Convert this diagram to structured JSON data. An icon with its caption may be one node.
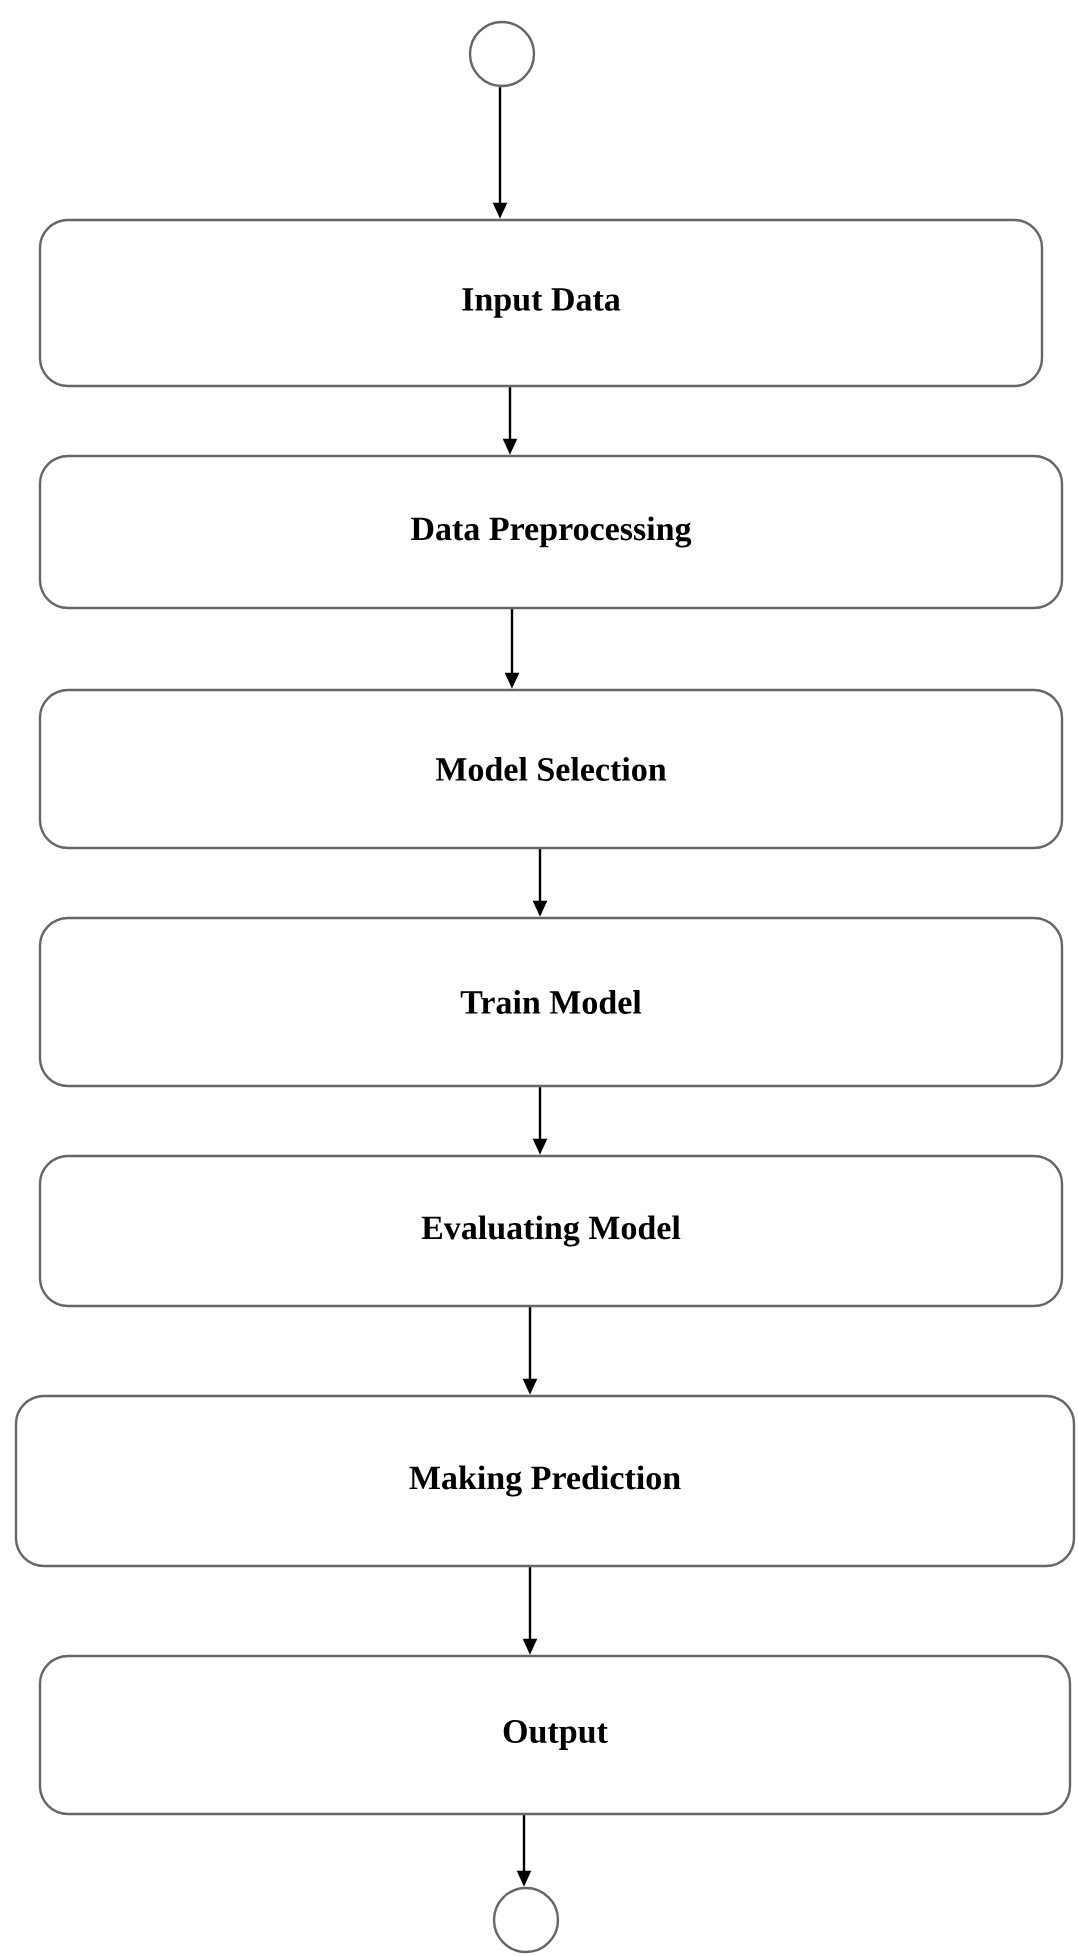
{
  "diagram": {
    "nodes": [
      {
        "text": [],
        "shape": "circle"
      },
      {
        "text": [
          "Input Data"
        ]
      },
      {
        "text": [
          "Data Preprocessing"
        ]
      },
      {
        "text": [
          "Model Selection"
        ]
      },
      {
        "text": [
          "Train Model"
        ]
      },
      {
        "text": [
          "Evaluating Model"
        ]
      },
      {
        "text": [
          "Making Prediction"
        ]
      },
      {
        "text": [
          "Output"
        ]
      },
      {
        "text": [],
        "shape": "circle"
      }
    ],
    "edges": [
      {
        "from": 0,
        "to": 1,
        "arrow": "to"
      },
      {
        "from": 1,
        "to": 2,
        "arrow": "to"
      },
      {
        "from": 2,
        "to": 3,
        "arrow": "to"
      },
      {
        "from": 3,
        "to": 4,
        "arrow": "to"
      },
      {
        "from": 4,
        "to": 5,
        "arrow": "to"
      },
      {
        "from": 5,
        "to": 6,
        "arrow": "to"
      },
      {
        "from": 6,
        "to": 7,
        "arrow": "to"
      },
      {
        "from": 7,
        "to": 8,
        "arrow": "to"
      }
    ]
  }
}
